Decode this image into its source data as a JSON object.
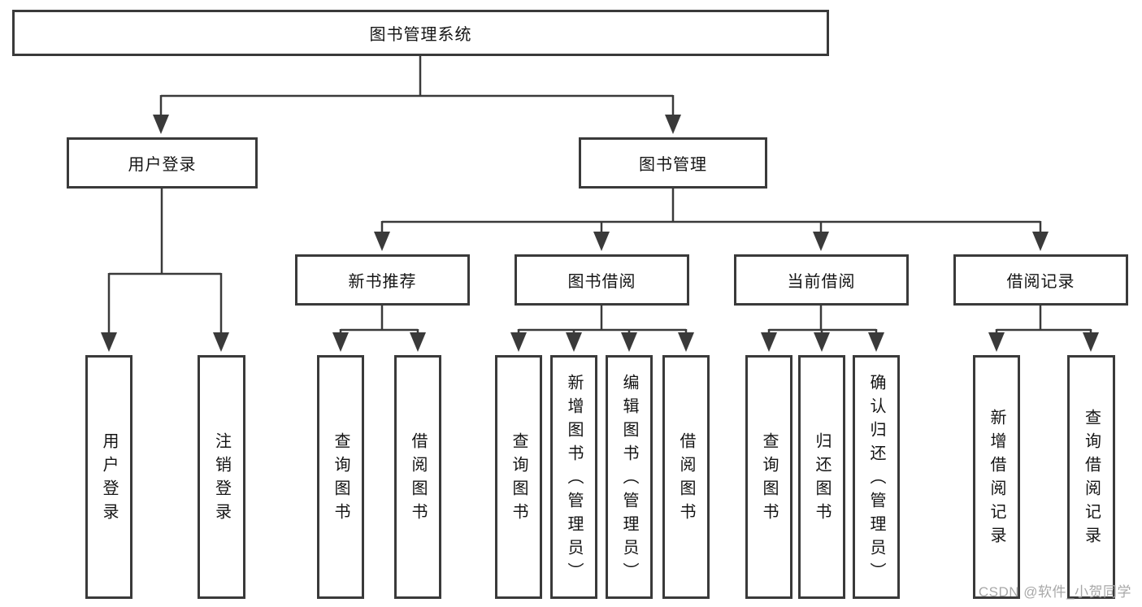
{
  "diagram": {
    "type": "hierarchy-tree",
    "root": {
      "label": "图书管理系统"
    },
    "children": [
      {
        "label": "用户登录",
        "children": [
          {
            "label": "用户登录"
          },
          {
            "label": "注销登录"
          }
        ]
      },
      {
        "label": "图书管理",
        "children": [
          {
            "label": "新书推荐",
            "children": [
              {
                "label": "查询图书"
              },
              {
                "label": "借阅图书"
              }
            ]
          },
          {
            "label": "图书借阅",
            "children": [
              {
                "label": "查询图书"
              },
              {
                "label": "新增图书（管理员）"
              },
              {
                "label": "编辑图书（管理员）"
              },
              {
                "label": "借阅图书"
              }
            ]
          },
          {
            "label": "当前借阅",
            "children": [
              {
                "label": "查询图书"
              },
              {
                "label": "归还图书"
              },
              {
                "label": "确认归还（管理员）"
              }
            ]
          },
          {
            "label": "借阅记录",
            "children": [
              {
                "label": "新增借阅记录"
              },
              {
                "label": "查询借阅记录"
              }
            ]
          }
        ]
      }
    ]
  },
  "watermark": {
    "text": "CSDN @软件_小贺同学"
  },
  "colors": {
    "line": "#3a3a3a",
    "box_border": "#3a3a3a",
    "text": "#141414",
    "watermark": "#a8a8a8",
    "background": "#ffffff"
  }
}
